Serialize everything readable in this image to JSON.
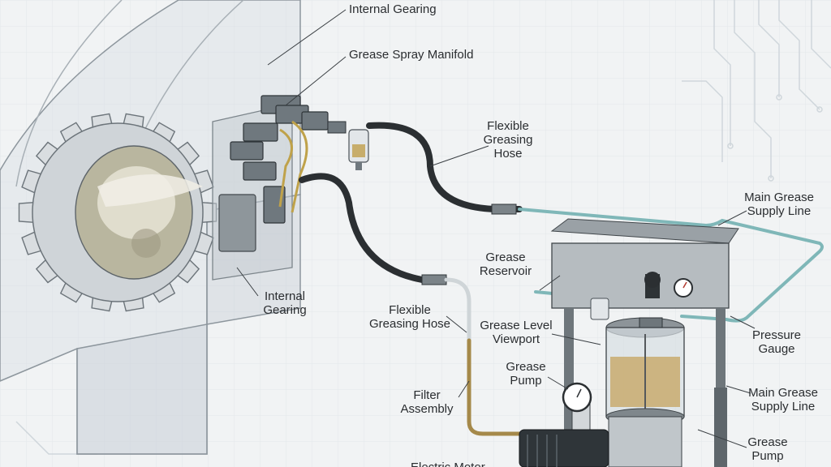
{
  "labels": {
    "internal_gearing_top": "Internal Gearing",
    "grease_spray_manifold": "Grease Spray Manifold",
    "flexible_greasing_hose_top": [
      "Flexible",
      "Greasing",
      "Hose"
    ],
    "main_grease_supply_line_top": [
      "Main Grease",
      "Supply Line"
    ],
    "grease_reservoir": [
      "Grease",
      "Reservoir"
    ],
    "internal_gearing_mid": [
      "Internal",
      "Gearing"
    ],
    "flexible_greasing_hose_mid": [
      "Flexible",
      "Greasing Hose"
    ],
    "grease_level_viewport": [
      "Grease Level",
      "Viewport"
    ],
    "pressure_gauge": [
      "Pressure",
      "Gauge"
    ],
    "grease_pump_left": [
      "Grease",
      "Pump"
    ],
    "main_grease_supply_line_bottom": [
      "Main Grease",
      "Supply Line"
    ],
    "filter_assembly": [
      "Filter",
      "Assembly"
    ],
    "grease_pump_right": [
      "Grease",
      "Pump"
    ],
    "electric_motor": "Electric Motor"
  }
}
